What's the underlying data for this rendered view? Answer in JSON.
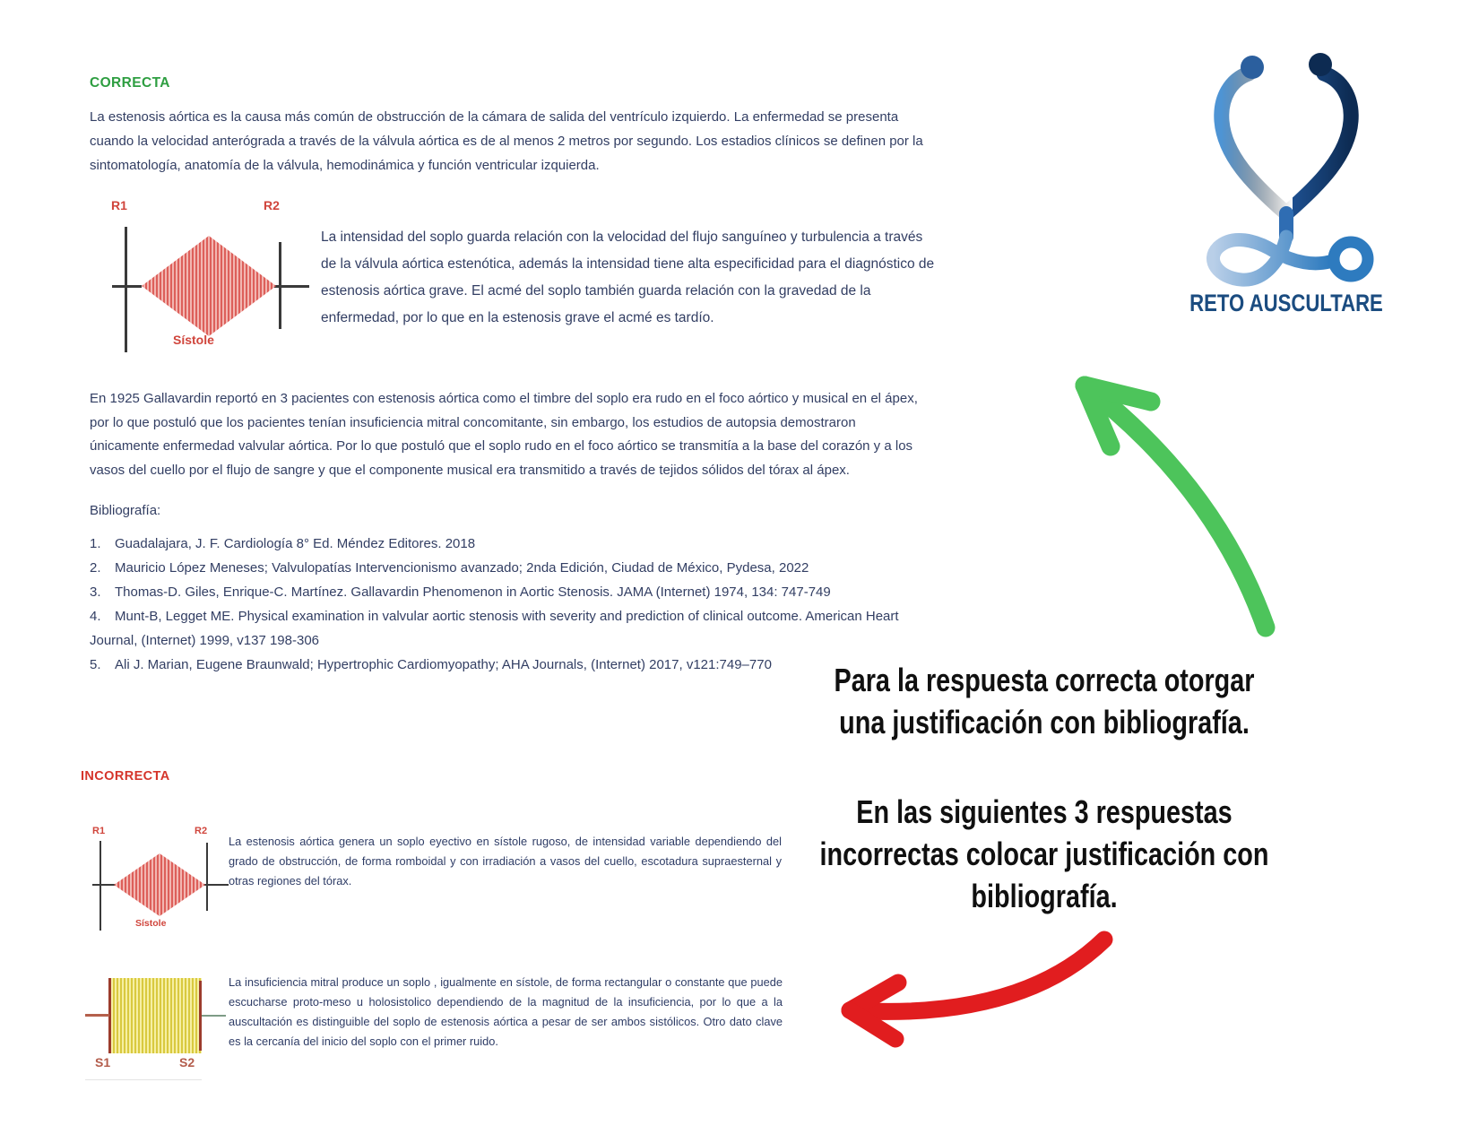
{
  "colors": {
    "correct_heading": "#2e9e41",
    "incorrect_heading": "#d5352b",
    "body_text": "#323e63",
    "murmur_red": "#dd5f5a",
    "murmur_yellow": "#d9c93f",
    "green_arrow": "#4dc45b",
    "red_arrow": "#e11d1f",
    "logo_blue_dark": "#0d2b52",
    "logo_blue_light": "#5a9bd5"
  },
  "correct_section": {
    "heading": "CORRECTA",
    "intro": "La estenosis aórtica es la causa más común de obstrucción de la cámara de salida del ventrículo izquierdo. La enfermedad se presenta cuando la velocidad anterógrada a través de la válvula aórtica es de al menos 2 metros por segundo. Los estadios clínicos se definen por la sintomatología, anatomía de la válvula, hemodinámica y función ventricular izquierda.",
    "diagram": {
      "r1": "R1",
      "r2": "R2",
      "label": "Sístole"
    },
    "murmur_text": "La intensidad del soplo guarda relación con la velocidad del flujo sanguíneo y turbulencia a través de la válvula aórtica estenótica, además la intensidad tiene alta especificidad para el diagnóstico de estenosis aórtica grave. El acmé del soplo también guarda relación con la gravedad de la enfermedad, por lo que en la estenosis grave el acmé es tardío.",
    "gallavardin_text": "En 1925 Gallavardin reportó en 3 pacientes con estenosis aórtica como el timbre del soplo era rudo en el foco aórtico y musical en el ápex, por lo que postuló que los pacientes tenían insuficiencia mitral concomitante, sin embargo, los estudios de autopsia demostraron\núnicamente enfermedad valvular aórtica. Por lo que postuló que el soplo rudo en el foco aórtico se transmitía a la base del corazón y a los vasos del cuello por el flujo de sangre y que el componente musical era transmitido a través de tejidos sólidos del tórax al ápex.",
    "bibliography": {
      "title": "Bibliografía:",
      "items": [
        {
          "num": "1.",
          "text": "Guadalajara, J. F. Cardiología 8° Ed. Méndez Editores. 2018"
        },
        {
          "num": "2.",
          "text": "Mauricio López Meneses; Valvulopatías Intervencionismo avanzado; 2nda Edición, Ciudad de México, Pydesa, 2022"
        },
        {
          "num": "3.",
          "text": "Thomas-D. Giles, Enrique-C. Martínez. Gallavardin Phenomenon in Aortic Stenosis. JAMA (Internet) 1974, 134: 747-749"
        },
        {
          "num": "4.",
          "text": "Munt-B, Legget ME. Physical examination in valvular aortic stenosis with severity and prediction of clinical outcome. American Heart Journal, (Internet) 1999, v137 198-306"
        },
        {
          "num": "5.",
          "text": "Ali J. Marian, Eugene Braunwald; Hypertrophic Cardiomyopathy; AHA Journals, (Internet) 2017, v121:749–770"
        }
      ]
    }
  },
  "incorrect_section": {
    "heading": "INCORRECTA",
    "diagram1": {
      "r1": "R1",
      "r2": "R2",
      "label": "Sístole"
    },
    "answer1": "La estenosis aórtica genera un soplo eyectivo en sístole rugoso, de intensidad variable dependiendo del grado de obstrucción, de forma romboidal y con irradiación a vasos del cuello, escotadura supraesternal y otras regiones del tórax.",
    "diagram2": {
      "s1": "S1",
      "s2": "S2"
    },
    "answer2": "La insuficiencia mitral produce un soplo , igualmente en sístole, de forma rectangular o constante que puede escucharse proto-meso u holosistolico dependiendo de la magnitud de la insuficiencia, por lo que a la auscultación es distinguible del soplo de estenosis aórtica a pesar de ser ambos sistólicos. Otro dato clave es la cercanía del inicio del soplo con el primer ruido."
  },
  "right_column": {
    "logo_text": "RETO AUSCULTARE",
    "note_correct": "Para la respuesta correcta otorgar\nuna justificación con bibliografía.",
    "note_incorrect": "En las siguientes 3 respuestas\nincorrectas colocar justificación con\nbibliografía."
  }
}
